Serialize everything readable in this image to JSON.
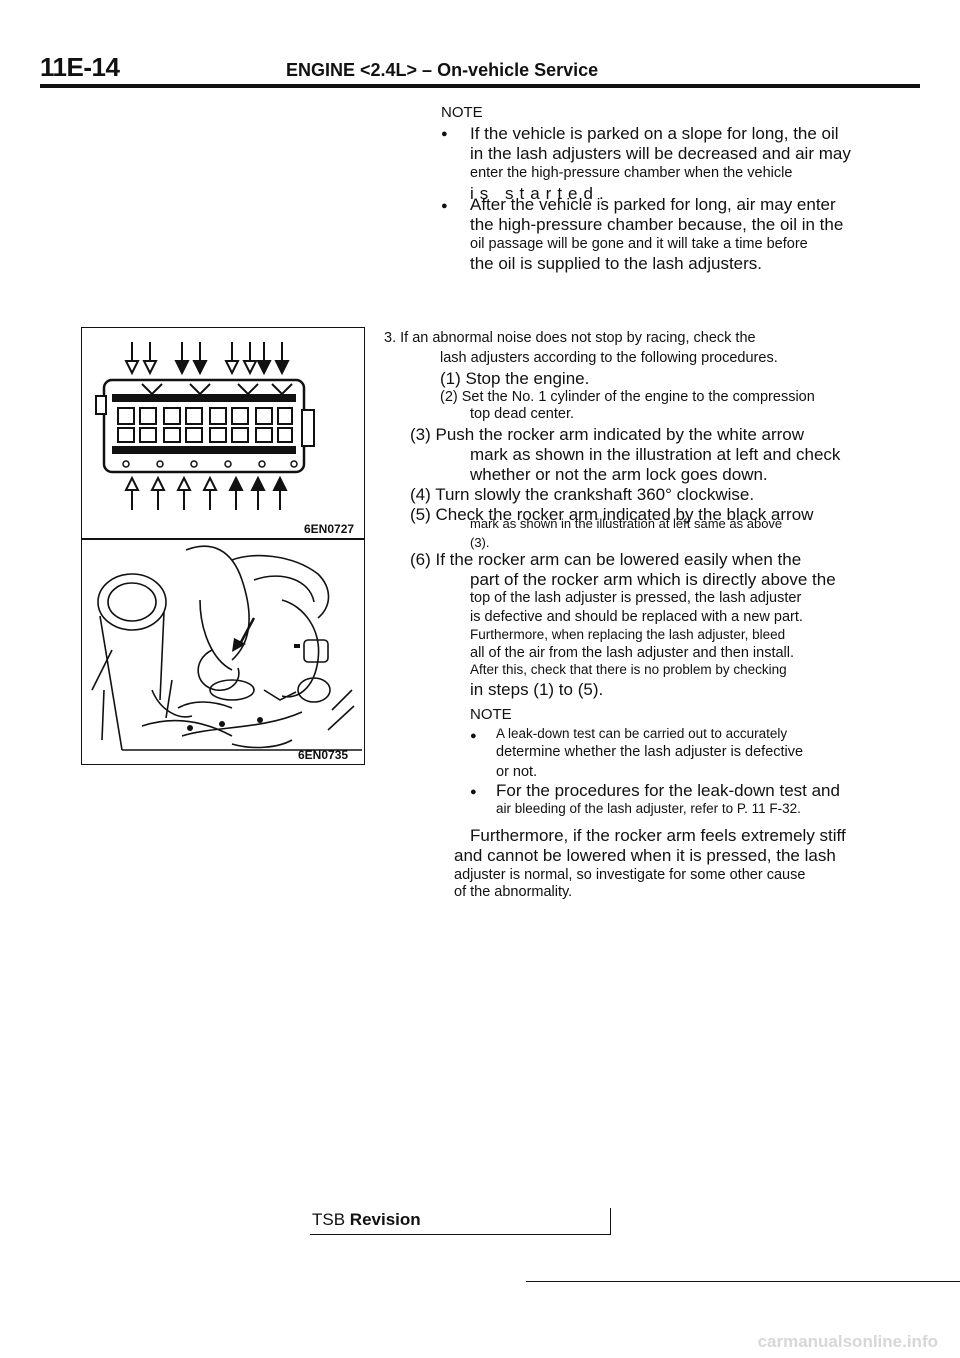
{
  "header": {
    "code": "11E-14",
    "title": "ENGINE <2.4L> – On-vehicle Service"
  },
  "note1": {
    "label": "NOTE",
    "bullet_glyph": "●",
    "lines": [
      "If the vehicle is parked on a slope for long, the oil",
      "in the lash adjusters will be decreased and air may",
      "enter the high-pressure chamber when the vehicle",
      "is started.",
      "After the vehicle is parked for long, air may enter",
      "the high-pressure chamber because, the oil in the",
      "oil passage will be gone and it will take a time before",
      "the oil is supplied to the lash adjusters."
    ]
  },
  "figures": {
    "top_label": "6EN0727",
    "bottom_label": "6EN0735"
  },
  "step3": {
    "lines": [
      "3. If an abnormal noise does not stop by racing, check the",
      "lash adjusters according to the following procedures.",
      "(1) Stop the engine.",
      "(2) Set the No. 1 cylinder of the engine to the compression",
      "top dead center.",
      "(3) Push the rocker arm indicated by the white arrow",
      "mark as shown in the illustration at left and check",
      "whether or not the arm lock goes down.",
      "(4) Turn slowly the crankshaft 360° clockwise.",
      "(5) Check the rocker arm indicated by the black arrow",
      "mark as shown in the illustration at left same as above",
      "(3).",
      "(6) If the rocker arm can be lowered easily when the",
      "part of the rocker arm which is directly above the",
      "top of the lash adjuster is pressed, the lash adjuster",
      "is defective and should be replaced with a new part.",
      "Furthermore, when replacing the lash adjuster, bleed",
      "all of the air from the lash adjuster and then install.",
      "After this, check that there is no problem by checking",
      "in steps (1) to (5)."
    ]
  },
  "note2": {
    "label": "NOTE",
    "lines": [
      "A leak-down test can be carried out to accurately",
      "determine whether the lash adjuster is defective",
      "or not.",
      "For the procedures for the leak-down test and",
      "air bleeding of the lash adjuster, refer to P. 11 F-32."
    ]
  },
  "closing": {
    "lines": [
      "Furthermore, if the rocker arm feels extremely stiff",
      "and cannot be lowered when it is pressed, the lash",
      "adjuster is normal, so investigate for some other cause",
      "of the abnormality."
    ]
  },
  "footer": {
    "tsb_prefix": "TSB",
    "tsb_label": "Revision",
    "watermark": "carmanualsonline.info"
  }
}
